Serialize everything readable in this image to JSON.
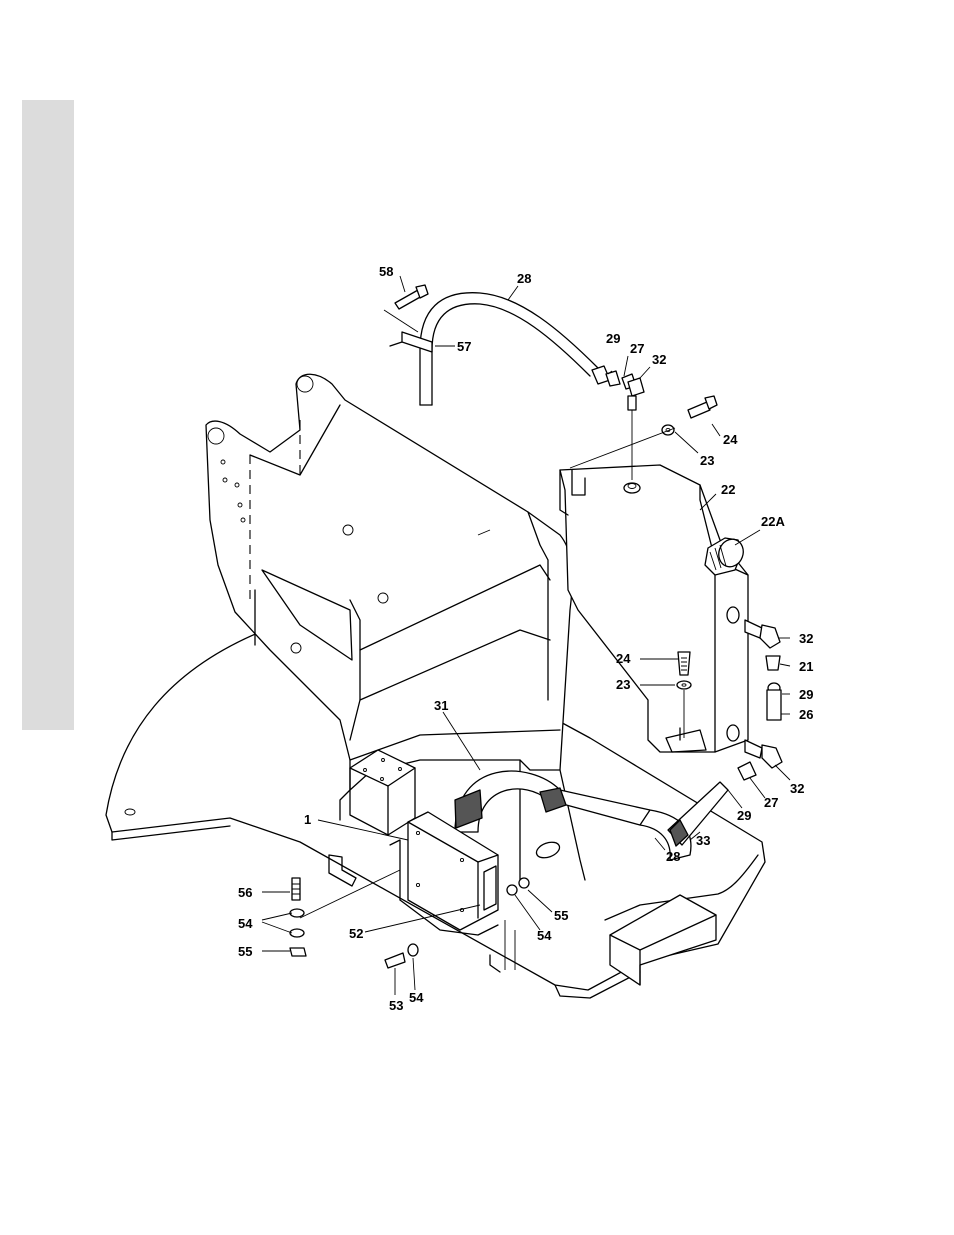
{
  "callouts": {
    "c58": "58",
    "c28_top": "28",
    "c57": "57",
    "c29_top": "29",
    "c27_top": "27",
    "c32_top": "32",
    "c24_top": "24",
    "c23_top": "23",
    "c22": "22",
    "c22a": "22A",
    "c24_mid": "24",
    "c23_mid": "23",
    "c32_mid": "32",
    "c21": "21",
    "c29_mid": "29",
    "c26": "26",
    "c31": "31",
    "c1": "1",
    "c32_low": "32",
    "c27_low": "27",
    "c29_low": "29",
    "c33": "33",
    "c28_low": "28",
    "c56": "56",
    "c54_left": "54",
    "c55_left": "55",
    "c52": "52",
    "c53": "53",
    "c54_bottom": "54",
    "c55_right": "55",
    "c54_right": "54"
  },
  "colors": {
    "tab": "#dcdcdc",
    "line": "#000000",
    "hose_band": "#555555"
  }
}
